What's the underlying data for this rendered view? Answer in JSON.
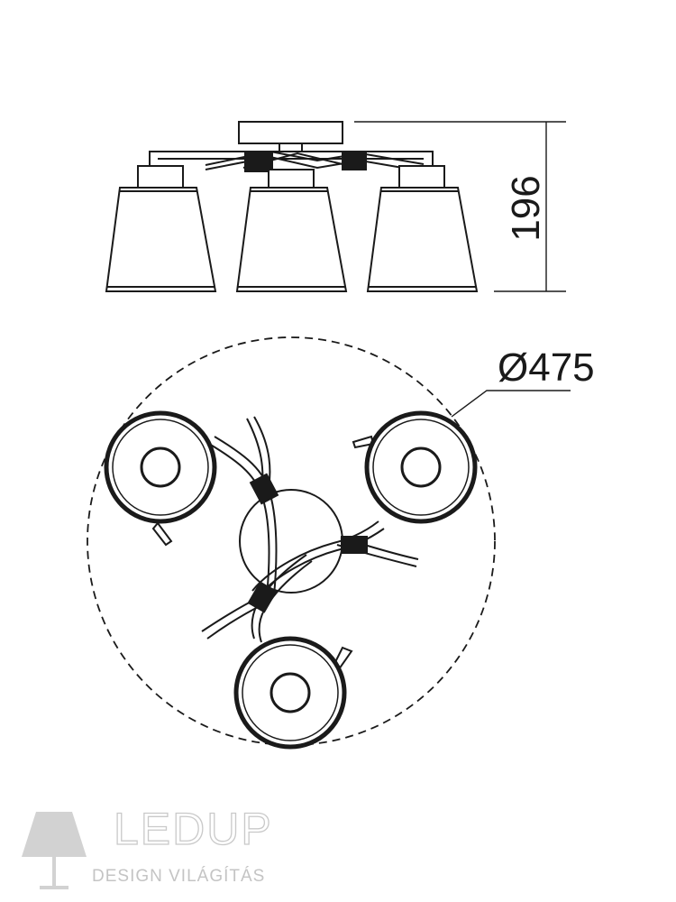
{
  "drawing": {
    "height_dimension": "196",
    "diameter_dimension": "Ø475"
  },
  "brand": {
    "name": "LEDUP",
    "tagline": "DESIGN VILÁGÍTÁS"
  },
  "colors": {
    "line": "#1a1a1a",
    "shade_fill": "#ffffff",
    "brand_gray": "#c9c9c9"
  }
}
